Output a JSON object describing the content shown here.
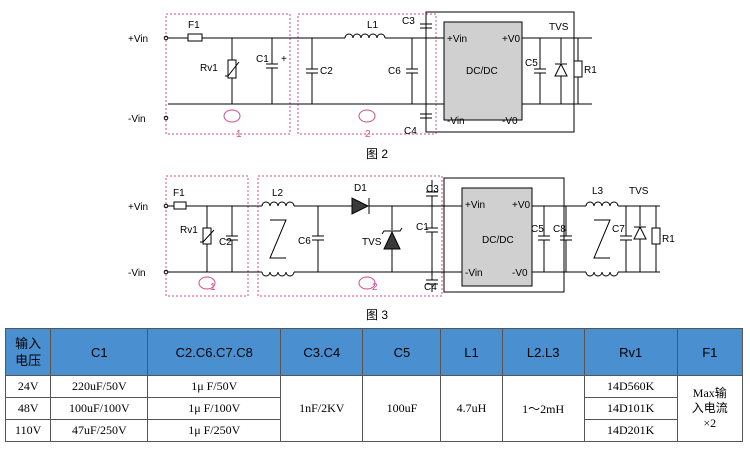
{
  "fig2": {
    "caption": "图 2",
    "labels": {
      "vin_pos": "+Vin",
      "vin_neg": "-Vin",
      "f1": "F1",
      "rv1": "Rv1",
      "c1": "C1",
      "plus": "+",
      "c2": "C2",
      "l1": "L1",
      "c3": "C3",
      "c6": "C6",
      "c4": "C4",
      "mod_vin": "+Vin",
      "mod_vo": "+V0",
      "mod_name": "DC/DC",
      "mod_nvin": "-Vin",
      "mod_nvo": "-V0",
      "tvs": "TVS",
      "c5": "C5",
      "r1": "R1",
      "zone1": "1",
      "zone2": "2"
    }
  },
  "fig3": {
    "caption": "图 3",
    "labels": {
      "vin_pos": "+Vin",
      "vin_neg": "-Vin",
      "f1": "F1",
      "rv1": "Rv1",
      "c2": "C2",
      "l2": "L2",
      "c6": "C6",
      "d1": "D1",
      "tvs_in": "TVS",
      "c3": "C3",
      "c1": "C1",
      "c4": "C4",
      "mod_vin": "+Vin",
      "mod_vo": "+V0",
      "mod_name": "DC/DC",
      "mod_nvin": "-Vin",
      "mod_nvo": "-V0",
      "c5": "C5",
      "c8": "C8",
      "l3": "L3",
      "c7": "C7",
      "tvs": "TVS",
      "r1": "R1",
      "zone1": "1",
      "zone2": "2"
    }
  },
  "table": {
    "headers": [
      "输入\n电压",
      "C1",
      "C2.C6.C7.C8",
      "C3.C4",
      "C5",
      "L1",
      "L2.L3",
      "Rv1",
      "F1"
    ],
    "rows": [
      {
        "voltage": "24V",
        "c1": "220uF/50V",
        "c2": "1μ F/50V",
        "rv1": "14D560K"
      },
      {
        "voltage": "48V",
        "c1": "100uF/100V",
        "c2": "1μ F/100V",
        "rv1": "14D101K"
      },
      {
        "voltage": "110V",
        "c1": "47uF/250V",
        "c2": "1μ F/250V",
        "rv1": "14D201K"
      }
    ],
    "merged": {
      "c3c4": "1nF/2KV",
      "c5": "100uF",
      "l1": "4.7uH",
      "l2l3": "1～2mH",
      "f1_line1": "Max输",
      "f1_line2": "入电流",
      "f1_line3": "×2"
    }
  }
}
